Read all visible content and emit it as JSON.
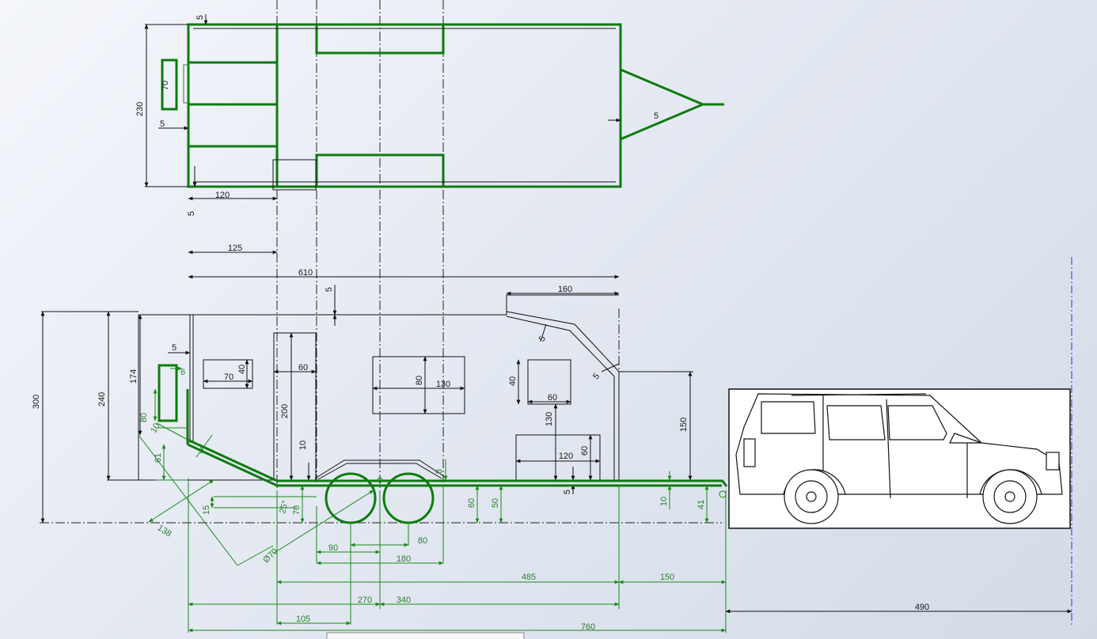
{
  "colors": {
    "frame": "#0f7a0f",
    "dim_black": "#1a1a1a",
    "dim_green": "#2e7d32",
    "axis_blue": "#2a33d6"
  },
  "top_view": {
    "dims": {
      "d230": "230",
      "d70": "70",
      "d5_top": "5",
      "d5_left": "5",
      "d5_bottom": "5",
      "d120": "120",
      "d5_nose": "5"
    }
  },
  "side_view": {
    "black_dims": {
      "d125": "125",
      "d610": "610",
      "d160": "160",
      "d5_roof": "5",
      "d5_slope": "5",
      "d5_nose": "5",
      "d300": "300",
      "d240": "240",
      "d174": "174",
      "d5_wall": "5",
      "d70_win": "70",
      "d40_win": "40",
      "d60_door": "60",
      "d200": "200",
      "d10_door": "10",
      "d80_win": "80",
      "d130_win": "130",
      "d40_side": "40",
      "d60_side": "60",
      "d130_side": "130",
      "d120_box": "120",
      "d60_box": "60",
      "d150_h": "150",
      "d5_floor": "5"
    },
    "green_dims": {
      "d6": "6",
      "d80_door": "80",
      "d10_door": "10",
      "d61": "61",
      "d5_ramp": "5",
      "d15": "15",
      "d25deg": "25°",
      "d70_axle": "70",
      "d70_dia": "Ø70",
      "d138": "138",
      "d60_gnd": "60",
      "d50_gnd": "50",
      "d10_hitch": "10",
      "d41": "41",
      "d8": "8",
      "d90": "90",
      "d80_wh": "80",
      "d180": "180",
      "d485": "485",
      "d150_tow": "150",
      "d270": "270",
      "d340": "340",
      "d105": "105",
      "d760": "760",
      "d490": "490"
    }
  }
}
